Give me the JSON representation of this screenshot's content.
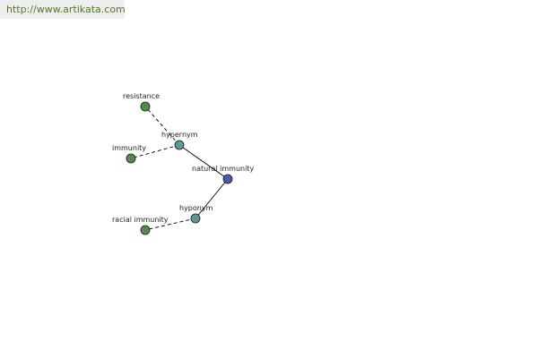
{
  "header": {
    "url": "http://www.artikata.com"
  },
  "colors": {
    "center_node": "#4a5aa6",
    "relation_node": "#5c9a96",
    "term_node": "#4e8f45",
    "edge": "#000000",
    "url_text": "#4e7a1f",
    "url_bar": "#eeeeee"
  },
  "graph": {
    "nodes": [
      {
        "id": "natural-immunity",
        "label": "natural immunity",
        "kind": "center"
      },
      {
        "id": "hypernym",
        "label": "hypernym",
        "kind": "relation"
      },
      {
        "id": "hyponym",
        "label": "hyponym",
        "kind": "relation"
      },
      {
        "id": "resistance",
        "label": "resistance",
        "kind": "term"
      },
      {
        "id": "immunity",
        "label": "immunity",
        "kind": "term"
      },
      {
        "id": "racial-immunity",
        "label": "racial immunity",
        "kind": "term"
      }
    ],
    "edges": [
      {
        "from": "natural-immunity",
        "to": "hypernym",
        "style": "solid"
      },
      {
        "from": "natural-immunity",
        "to": "hyponym",
        "style": "solid"
      },
      {
        "from": "hypernym",
        "to": "resistance",
        "style": "dashed"
      },
      {
        "from": "hypernym",
        "to": "immunity",
        "style": "dashed"
      },
      {
        "from": "hyponym",
        "to": "racial-immunity",
        "style": "dashed"
      }
    ]
  }
}
